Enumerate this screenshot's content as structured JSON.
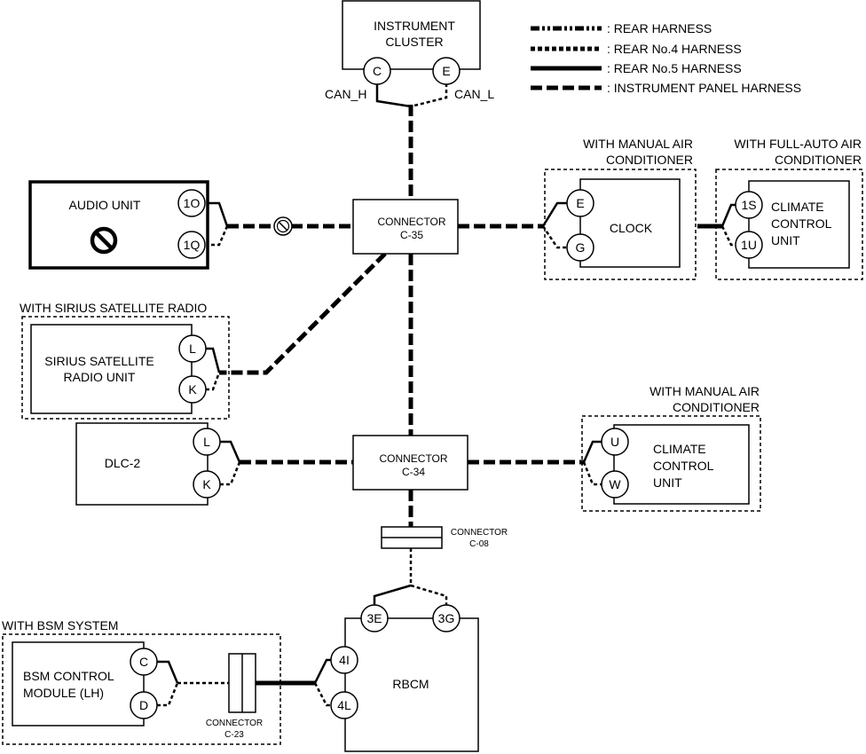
{
  "legend": {
    "rear": ": REAR HARNESS",
    "rear4": ": REAR No.4 HARNESS",
    "rear5": ": REAR No.5 HARNESS",
    "ip": ": INSTRUMENT PANEL HARNESS"
  },
  "instrument_cluster": {
    "line1": "INSTRUMENT",
    "line2": "CLUSTER",
    "pin_c": "C",
    "pin_e": "E",
    "can_h": "CAN_H",
    "can_l": "CAN_L"
  },
  "audio": {
    "label": "AUDIO UNIT",
    "pin1": "1O",
    "pin2": "1Q"
  },
  "c35": {
    "line1": "CONNECTOR",
    "line2": "C-35"
  },
  "clock": {
    "group1": "WITH MANUAL AIR",
    "group2": "CONDITIONER",
    "label": "CLOCK",
    "pin1": "E",
    "pin2": "G"
  },
  "climate_auto": {
    "group1": "WITH FULL-AUTO AIR",
    "group2": "CONDITIONER",
    "line1": "CLIMATE",
    "line2": "CONTROL",
    "line3": "UNIT",
    "pin1": "1S",
    "pin2": "1U"
  },
  "sirius": {
    "group": "WITH SIRIUS SATELLITE RADIO",
    "line1": "SIRIUS SATELLITE",
    "line2": "RADIO UNIT",
    "pin1": "L",
    "pin2": "K"
  },
  "dlc": {
    "label": "DLC-2",
    "pin1": "L",
    "pin2": "K"
  },
  "c34": {
    "line1": "CONNECTOR",
    "line2": "C-34"
  },
  "climate_manual": {
    "group1": "WITH MANUAL AIR",
    "group2": "CONDITIONER",
    "line1": "CLIMATE",
    "line2": "CONTROL",
    "line3": "UNIT",
    "pin1": "U",
    "pin2": "W"
  },
  "c08": {
    "line1": "CONNECTOR",
    "line2": "C-08"
  },
  "bsm": {
    "group": "WITH BSM SYSTEM",
    "line1": "BSM CONTROL",
    "line2": "MODULE (LH)",
    "pin1": "C",
    "pin2": "D"
  },
  "c23": {
    "line1": "CONNECTOR",
    "line2": "C-23"
  },
  "rbcm": {
    "label": "RBCM",
    "pin_3e": "3E",
    "pin_3g": "3G",
    "pin_4i": "4I",
    "pin_4l": "4L"
  }
}
